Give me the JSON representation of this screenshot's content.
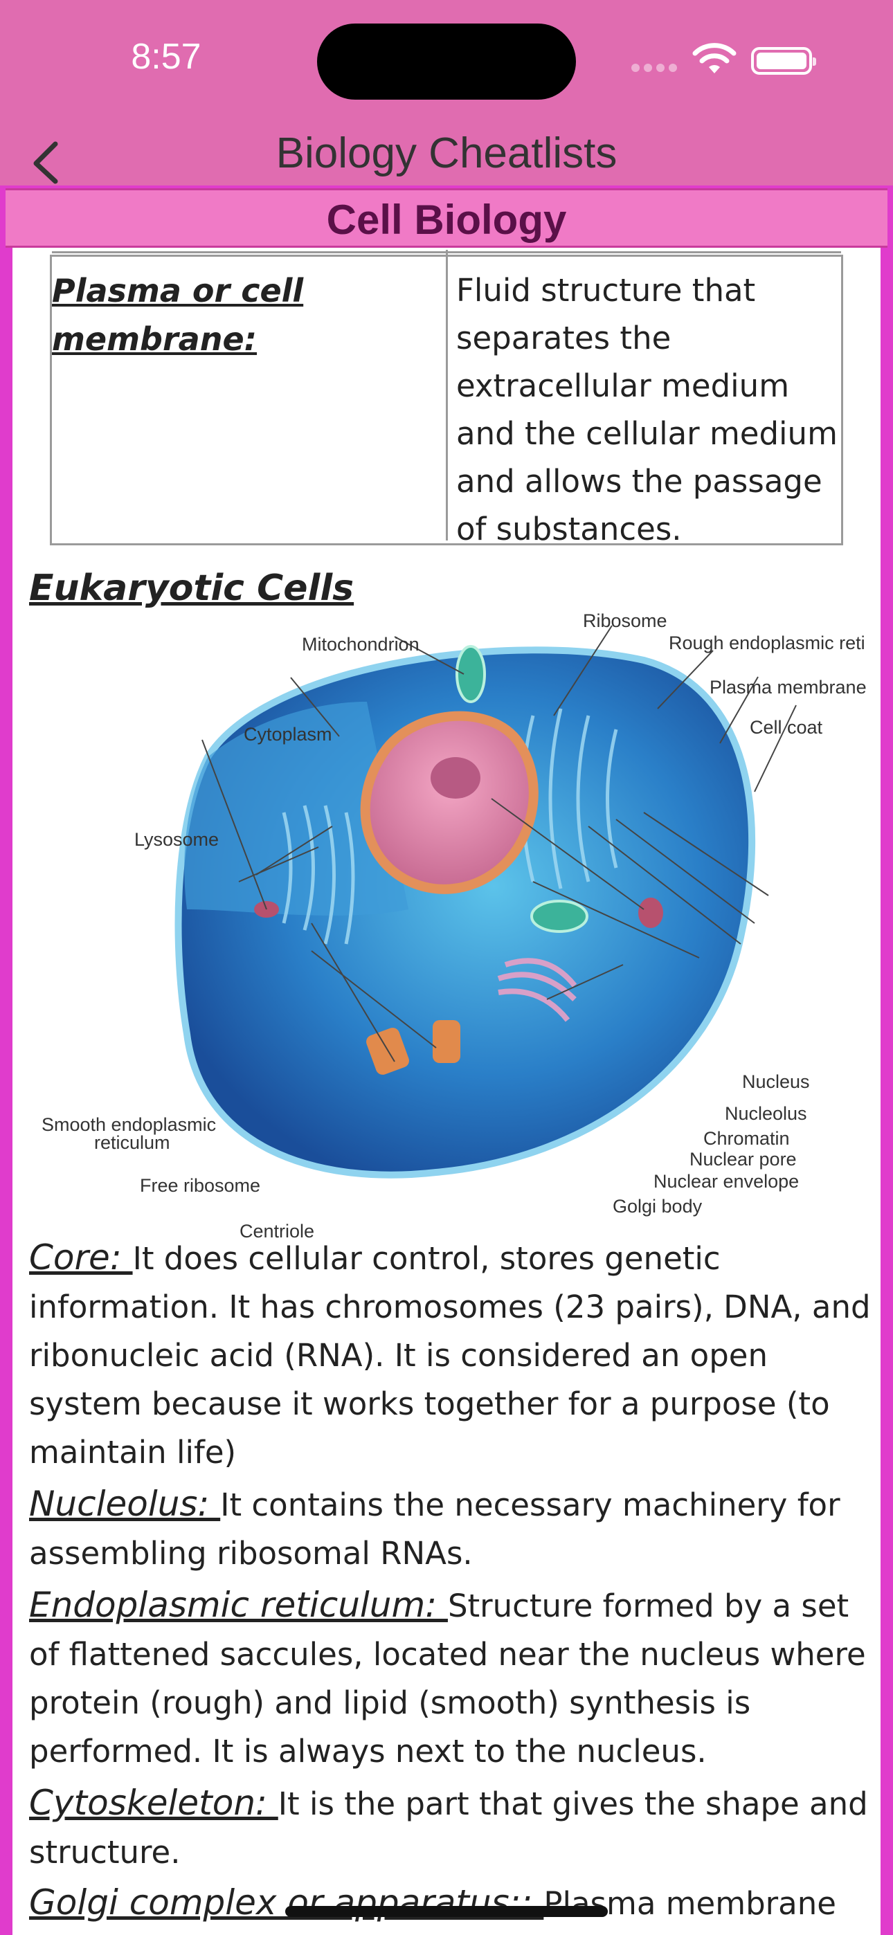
{
  "status_bar": {
    "time": "8:57"
  },
  "nav": {
    "title": "Biology Cheatlists"
  },
  "section": {
    "title": "Cell Biology"
  },
  "table_row": {
    "term": "Plasma or cell membrane:",
    "definition": "Fluid structure that separates the extracellular medium and the cellular medium and allows the passage of substances."
  },
  "eukaryotic": {
    "heading": "Eukaryotic Cells",
    "labels": {
      "ribosome": "Ribosome",
      "rough_er": "Rough endoplasmic reti",
      "mitochondrion": "Mitochondrion",
      "plasma_membrane": "Plasma membrane",
      "cell_coat": "Cell coat",
      "cytoplasm": "Cytoplasm",
      "lysosome": "Lysosome",
      "nucleus": "Nucleus",
      "nucleolus": "Nucleolus",
      "chromatin": "Chromatin",
      "nuclear_pore": "Nuclear pore",
      "smooth_er_1": "Smooth endoplasmic",
      "smooth_er_2": "reticulum",
      "nuclear_envelope": "Nuclear envelope",
      "free_ribosome": "Free ribosome",
      "golgi_body": "Golgi body",
      "centriole": "Centriole"
    }
  },
  "entries": [
    {
      "term": "Core: ",
      "text": "It does cellular control, stores genetic information. It has chromosomes (23 pairs), DNA, and ribonucleic acid (RNA). It is considered an open system because it works together for a purpose (to maintain life)"
    },
    {
      "term": "Nucleolus: ",
      "text": "It contains the necessary machinery for assembling ribosomal RNAs."
    },
    {
      "term": "Endoplasmic reticulum: ",
      "text": "Structure formed by a set of flattened saccules, located near the nucleus where protein (rough) and lipid (smooth) synthesis is performed. It is always next to the nucleus."
    },
    {
      "term": "Cytoskeleton: ",
      "text": "It is the part that gives the shape and structure."
    },
    {
      "term": "Golgi complex or apparatus:: ",
      "text": "Plasma membrane"
    }
  ],
  "colors": {
    "status_bar": "#e06cb0",
    "section_bar": "#f07ac6",
    "frame": "#e03ccc"
  }
}
